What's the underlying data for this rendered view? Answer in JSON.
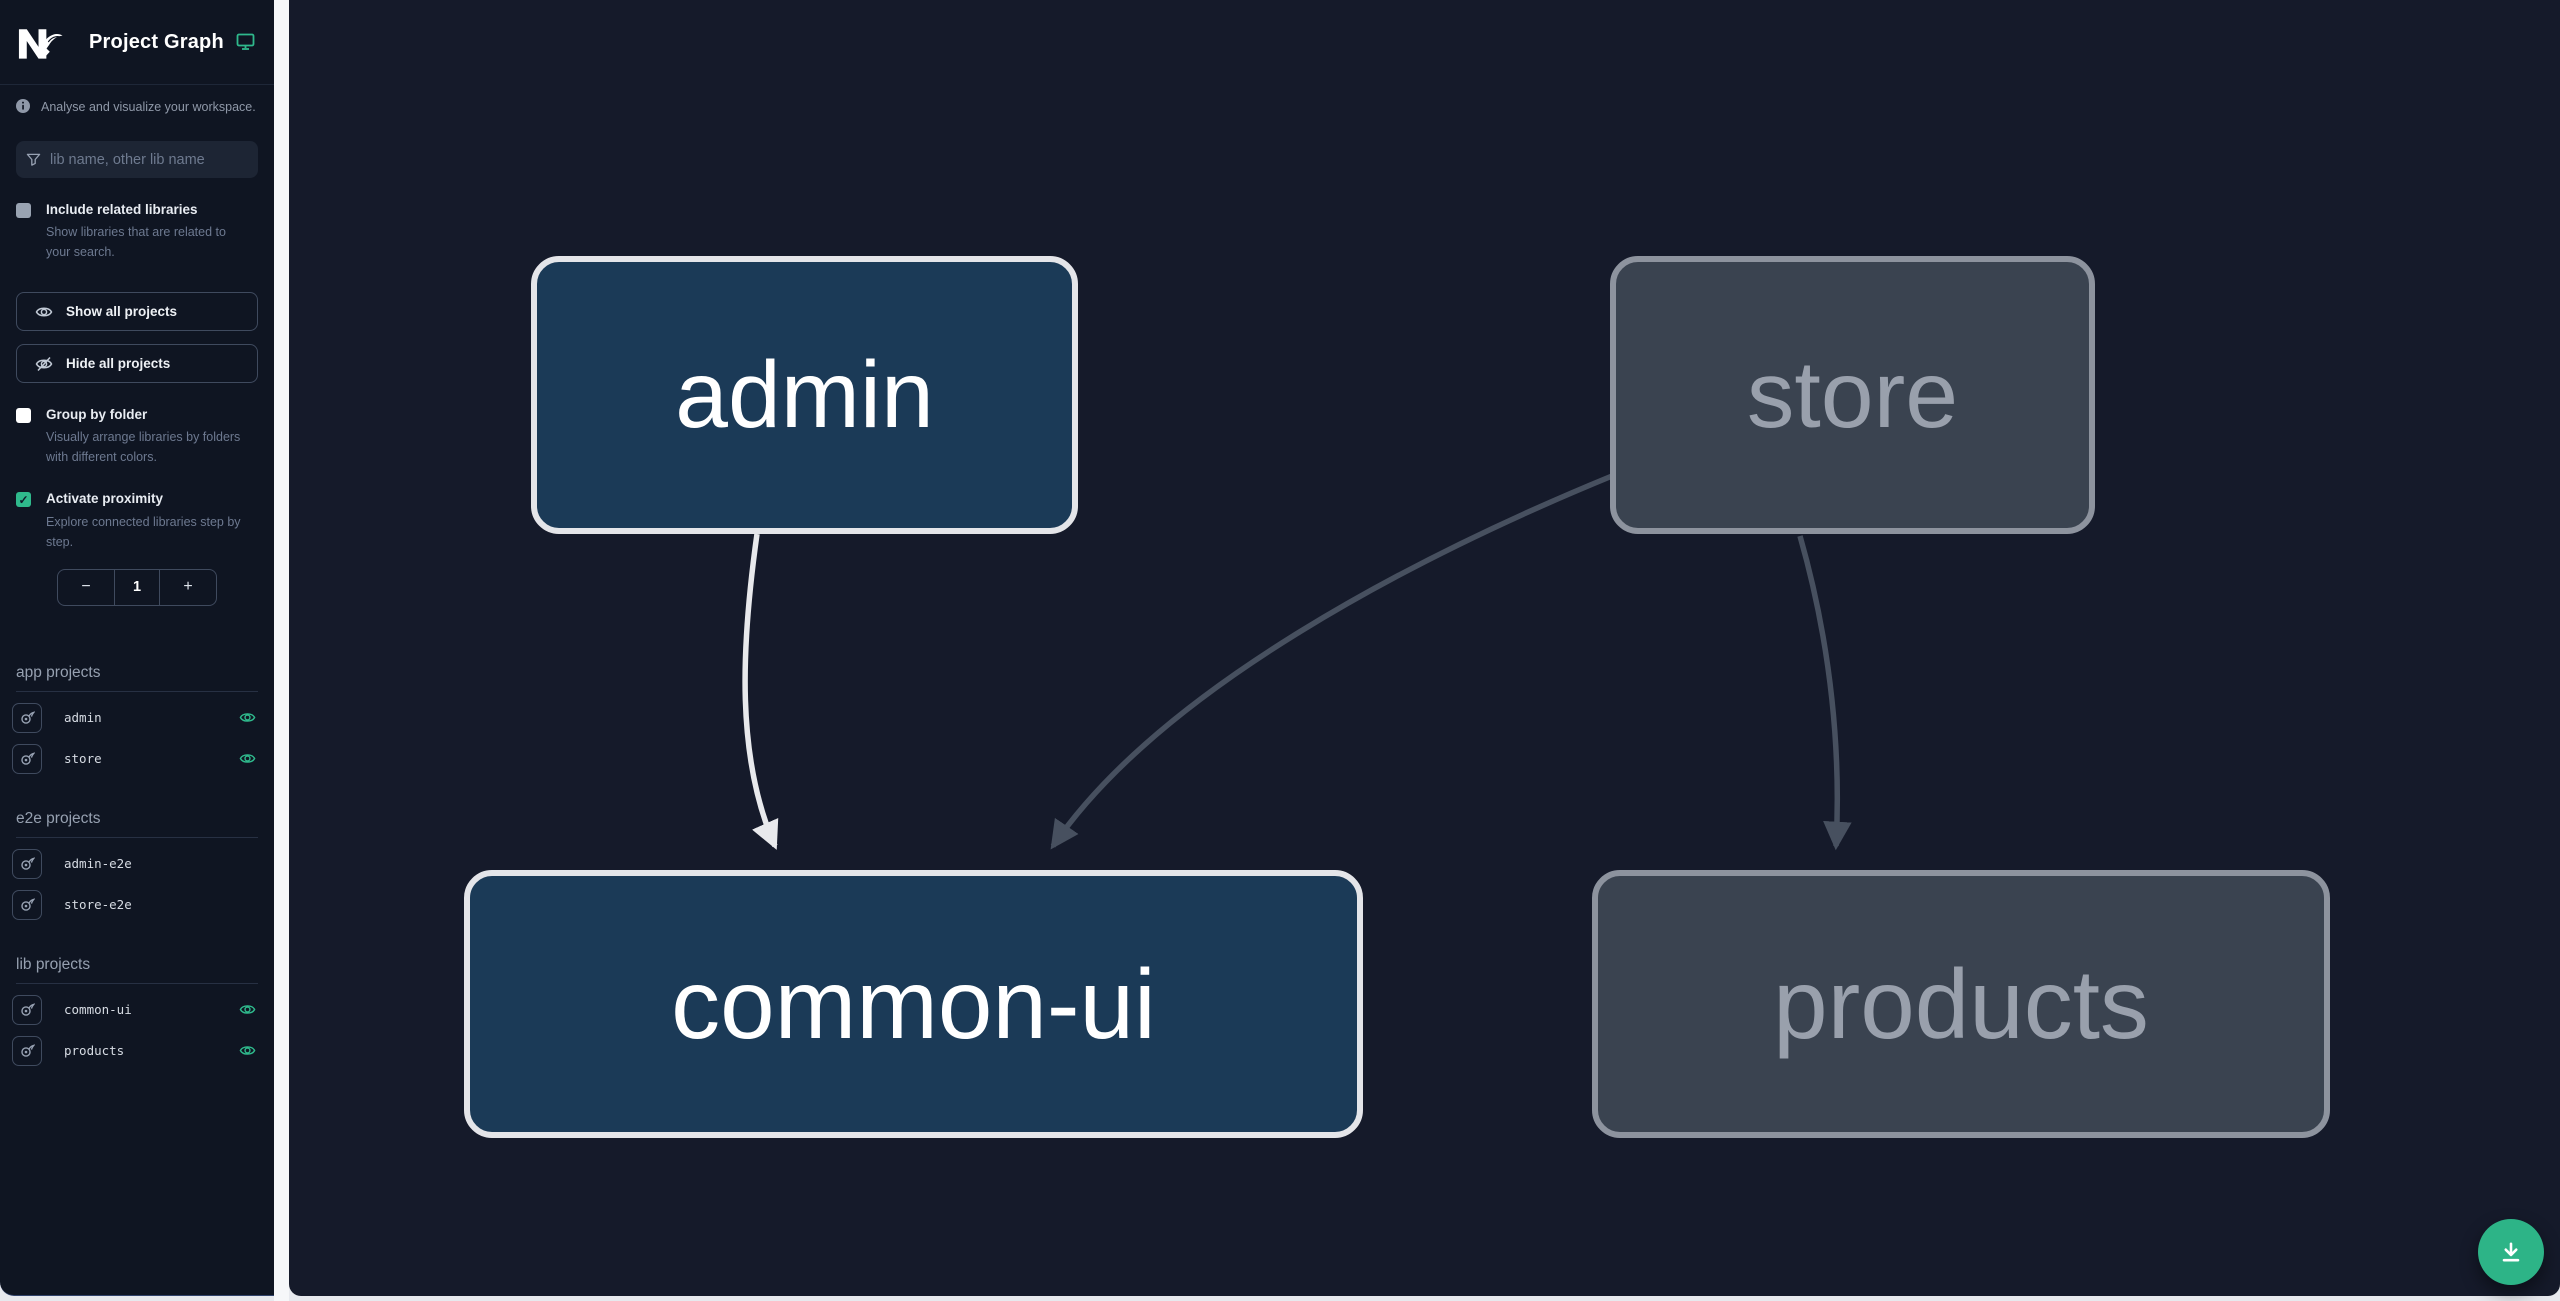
{
  "header": {
    "title": "Project Graph",
    "logo_icon": "nx-logo",
    "env_icon": "monitor-icon"
  },
  "tagline": "Analyse and visualize your workspace.",
  "search": {
    "placeholder": "lib name, other lib name"
  },
  "options": {
    "include_related": {
      "label": "Include related libraries",
      "description": "Show libraries that are related to your search.",
      "checked": false
    },
    "group_by_folder": {
      "label": "Group by folder",
      "description": "Visually arrange libraries by folders with different colors.",
      "checked": false
    },
    "activate_proximity": {
      "label": "Activate proximity",
      "description": "Explore connected libraries step by step.",
      "checked": true,
      "check_glyph": "✓"
    }
  },
  "actions": {
    "show_all": "Show all projects",
    "hide_all": "Hide all projects"
  },
  "stepper": {
    "decrement": "−",
    "value": "1",
    "increment": "+"
  },
  "sections": [
    {
      "heading": "app projects",
      "items": [
        {
          "label": "admin",
          "visible_eye": true
        },
        {
          "label": "store",
          "visible_eye": true
        }
      ]
    },
    {
      "heading": "e2e projects",
      "items": [
        {
          "label": "admin-e2e",
          "visible_eye": false
        },
        {
          "label": "store-e2e",
          "visible_eye": false
        }
      ]
    },
    {
      "heading": "lib projects",
      "items": [
        {
          "label": "common-ui",
          "visible_eye": true
        },
        {
          "label": "products",
          "visible_eye": true
        }
      ]
    }
  ],
  "graph": {
    "nodes": [
      {
        "label": "admin",
        "state": "focused"
      },
      {
        "label": "store",
        "state": "dimmed"
      },
      {
        "label": "common-ui",
        "state": "focused"
      },
      {
        "label": "products",
        "state": "dimmed"
      }
    ],
    "edges": [
      {
        "from": "admin",
        "to": "common-ui",
        "state": "highlighted"
      },
      {
        "from": "store",
        "to": "common-ui",
        "state": "dimmed"
      },
      {
        "from": "store",
        "to": "products",
        "state": "dimmed"
      }
    ]
  },
  "fab": {
    "action": "download-graph-image"
  },
  "colors": {
    "accent_teal": "#2fb98c",
    "sidebar_bg": "#0f1522",
    "canvas_bg": "#151a2a",
    "node_focused_bg": "#1b3a57",
    "node_focused_border": "#e4e5e9",
    "node_dim_bg": "#3a4350",
    "node_dim_border": "#8d939e",
    "edge_highlight": "#e8e9ec",
    "edge_dim": "#47505f",
    "fab_bg": "#2db487"
  }
}
